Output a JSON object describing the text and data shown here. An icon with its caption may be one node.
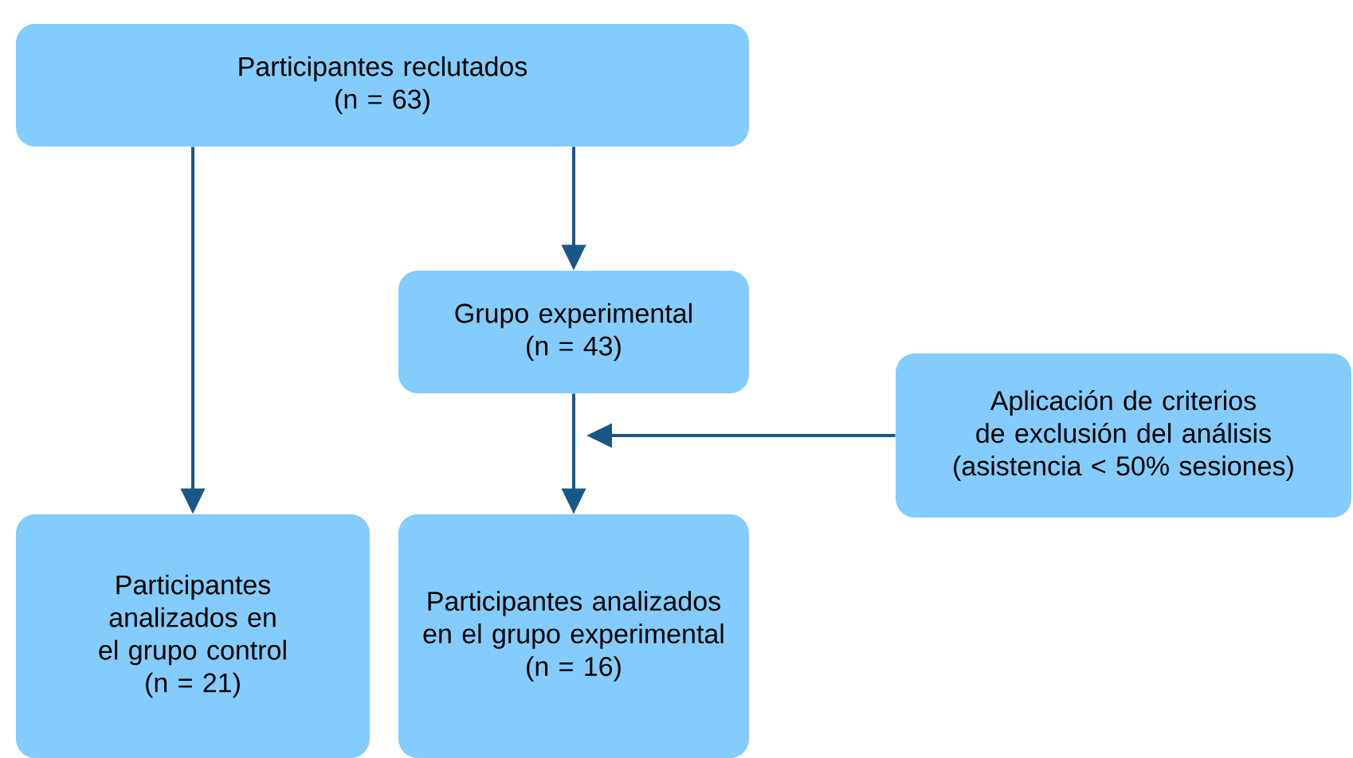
{
  "diagram": {
    "nodes": [
      {
        "text": [
          "Participantes reclutados",
          "(n = 63)"
        ]
      },
      {
        "text": [
          "Grupo experimental",
          "(n = 43)"
        ]
      },
      {
        "text": [
          "Aplicación de criterios de exclusión del análisis",
          "(asistencia < 50% sesiones)"
        ]
      },
      {
        "text": [
          "Participantes analizados en el grupo control",
          "(n = 21)"
        ]
      },
      {
        "text": [
          "Participantes analizados en el grupo experimental",
          "(n = 16)"
        ]
      }
    ],
    "edges": [
      {
        "from": 0,
        "to": 3,
        "arrow": "to"
      },
      {
        "from": 0,
        "to": 1,
        "arrow": "to"
      },
      {
        "from": 1,
        "to": 4,
        "arrow": "to"
      },
      {
        "from": 2,
        "to": null,
        "arrow": "to"
      }
    ]
  }
}
